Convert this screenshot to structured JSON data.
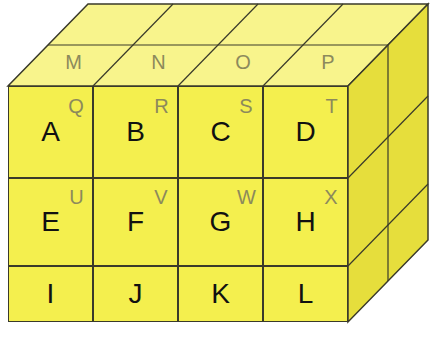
{
  "diagram": {
    "nodes": [
      {
        "text": [
          "A"
        ]
      },
      {
        "text": [
          "B"
        ]
      },
      {
        "text": [
          "C"
        ]
      },
      {
        "text": [
          "D"
        ]
      },
      {
        "text": [
          "E"
        ]
      },
      {
        "text": [
          "F"
        ]
      },
      {
        "text": [
          "G"
        ]
      },
      {
        "text": [
          "H"
        ]
      },
      {
        "text": [
          "I"
        ]
      },
      {
        "text": [
          "J"
        ]
      },
      {
        "text": [
          "K"
        ]
      },
      {
        "text": [
          "L"
        ]
      },
      {
        "text": [
          "M"
        ]
      },
      {
        "text": [
          "N"
        ]
      },
      {
        "text": [
          "O"
        ]
      },
      {
        "text": [
          "P"
        ]
      },
      {
        "text": [
          "Q"
        ]
      },
      {
        "text": [
          "R"
        ]
      },
      {
        "text": [
          "S"
        ]
      },
      {
        "text": [
          "T"
        ]
      },
      {
        "text": [
          "U"
        ]
      },
      {
        "text": [
          "V"
        ]
      },
      {
        "text": [
          "W"
        ]
      },
      {
        "text": [
          "X"
        ]
      }
    ]
  }
}
